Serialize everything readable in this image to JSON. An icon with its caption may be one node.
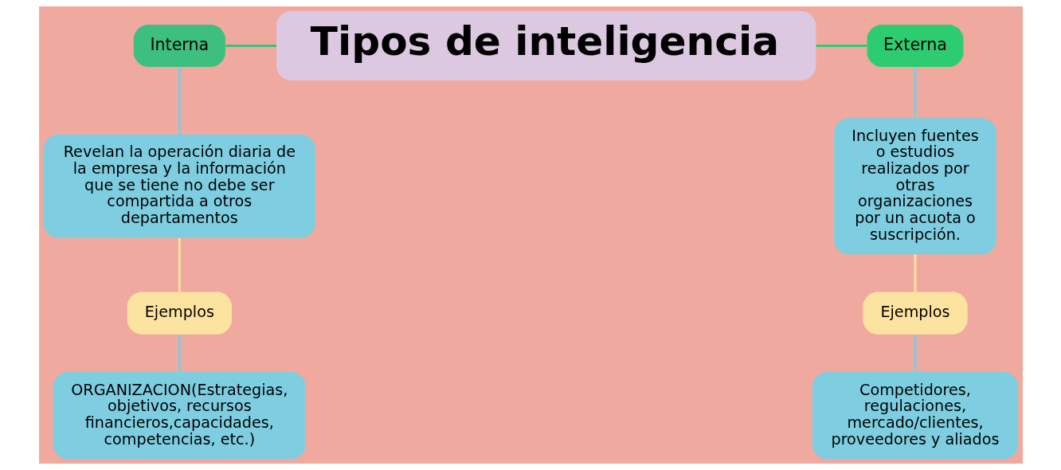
{
  "diagram": {
    "nodes": [
      {
        "text": [
          "Tipos de inteligencia"
        ]
      },
      {
        "text": [
          "Interna"
        ]
      },
      {
        "text": [
          "Externa"
        ]
      },
      {
        "text": [
          "Revelan la operación diaria de la empresa y la información que se tiene no debe ser compartida a otros departamentos"
        ]
      },
      {
        "text": [
          "Ejemplos"
        ]
      },
      {
        "text": [
          "ORGANIZACION(Estrategias, objetivos, recursos financieros,capacidades, competencias, etc.)"
        ]
      },
      {
        "text": [
          "Incluyen fuentes o estudios realizados por otras organizaciones por un acuota o suscripción."
        ]
      },
      {
        "text": [
          "Ejemplos"
        ]
      },
      {
        "text": [
          "Competidores, regulaciones, mercado/clientes, proveedores y aliados"
        ]
      }
    ],
    "edges": [
      {
        "from": 0,
        "to": 1,
        "arrow": "none",
        "color": "#3dbf7f"
      },
      {
        "from": 0,
        "to": 2,
        "arrow": "none",
        "color": "#2ecc71"
      },
      {
        "from": 1,
        "to": 3,
        "arrow": "none"
      },
      {
        "from": 3,
        "to": 4,
        "arrow": "none",
        "color": "#fce3a0"
      },
      {
        "from": 4,
        "to": 5,
        "arrow": "none"
      },
      {
        "from": 2,
        "to": 6,
        "arrow": "none"
      },
      {
        "from": 6,
        "to": 7,
        "arrow": "none",
        "color": "#fce3a0"
      },
      {
        "from": 7,
        "to": 8,
        "arrow": "none"
      }
    ]
  }
}
